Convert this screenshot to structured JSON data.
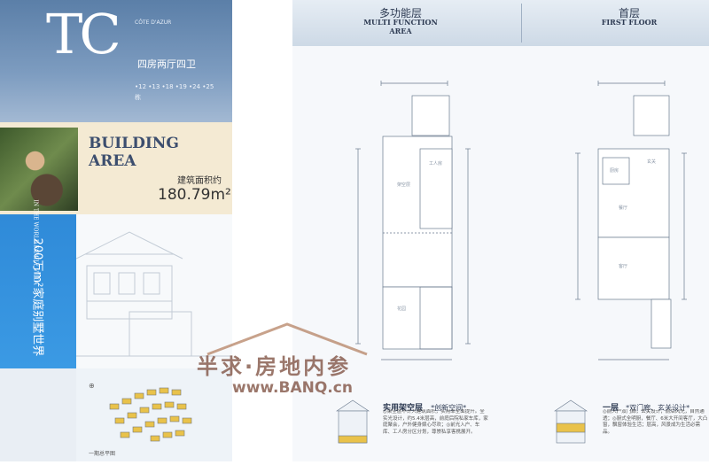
{
  "left_panel": {
    "code": "TC",
    "brand": "CÔTE D'AZUR",
    "layout": "四房两厅四卫",
    "units": "•12 •13 •18 •19 •24 •25栋",
    "area_title_line1": "BUILDING",
    "area_title_line2": "AREA",
    "area_label_cn": "建筑面积约",
    "area_value": "180.79m²",
    "slogan_en": "IN THE WORLD FAMILY VILLA",
    "slogan_cn": "200万m²家庭别墅世界",
    "site_plan_caption": "一期总平图"
  },
  "headers": {
    "multi_cn": "多功能层",
    "multi_en_line1": "MULTI FUNCTION",
    "multi_en_line2": "AREA",
    "first_cn": "首层",
    "first_en": "FIRST FLOOR"
  },
  "callouts": {
    "c1_title": "实用架空层",
    "c1_tag": "*创新空间*",
    "c1_text": "◎架空层不计入建筑面积，实用率全面提升。全实光设计，约5.4米层高，前庭后院私家车库，家庭聚会，户外健身娱心尽欢；◎前光入户、车库、工人房分区分划，尊崇私享客携展开。",
    "c2_title": "一层",
    "c2_tag": "*双门廊、玄关设计*",
    "c2_text": "◎前入户双门廊，玄关设计，前后风光，自然通透；◎厨式全明厨，餐厅、6米大开间客厅，大凸窗，飘窗体验生活；层高，风景成为生活必需品。"
  },
  "room_labels": {
    "parking": "架空层",
    "worker": "工人房",
    "garden": "花园",
    "kitchen": "厨房",
    "dining": "餐厅",
    "living": "客厅",
    "entry": "玄关"
  },
  "watermark": {
    "cn": "半求·房地内参",
    "en": "www.BANQ.cn"
  },
  "colors": {
    "band_blue": "#5b7fa8",
    "strip_blue": "#2f8ad8",
    "cream": "#f4ead3",
    "heading": "#3c4e6e"
  }
}
